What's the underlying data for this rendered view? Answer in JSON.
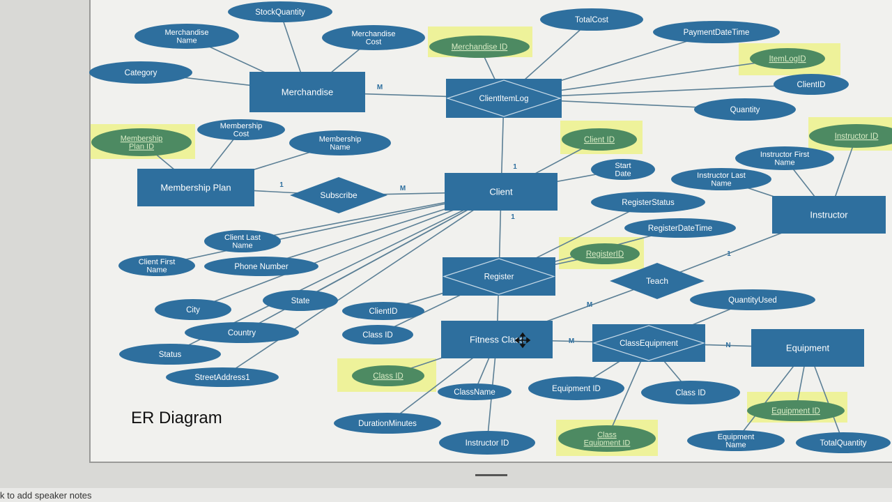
{
  "slide": {
    "caption": "ER Diagram",
    "speaker_notes_hint": "k to add speaker notes"
  },
  "colors": {
    "entity": "#2e6f9e",
    "attribute": "#2e6f9e",
    "key_attribute": "#4d8a62",
    "key_highlight": "#eef29a",
    "line": "#5b7f95",
    "text": "#ffffff",
    "key_text": "#d9ecc5"
  },
  "entities": [
    {
      "id": "merchandise",
      "label": "Merchandise"
    },
    {
      "id": "membership-plan",
      "label": "Membership Plan"
    },
    {
      "id": "client",
      "label": "Client"
    },
    {
      "id": "instructor",
      "label": "Instructor"
    },
    {
      "id": "fitness-class",
      "label": "Fitness Class"
    },
    {
      "id": "equipment",
      "label": "Equipment"
    }
  ],
  "associative_entities": [
    {
      "id": "client-item-log",
      "label": "ClientItemLog"
    },
    {
      "id": "register",
      "label": "Register"
    },
    {
      "id": "class-equipment",
      "label": "ClassEquipment"
    }
  ],
  "relationships": [
    {
      "id": "subscribe",
      "label": "Subscribe"
    },
    {
      "id": "teach",
      "label": "Teach"
    }
  ],
  "attributes": [
    {
      "id": "stock-quantity",
      "lines": [
        "StockQuantity"
      ],
      "key": false
    },
    {
      "id": "merchandise-name",
      "lines": [
        "Merchandise",
        "Name"
      ],
      "key": false
    },
    {
      "id": "merchandise-cost",
      "lines": [
        "Merchandise",
        "Cost"
      ],
      "key": false
    },
    {
      "id": "category",
      "lines": [
        "Category"
      ],
      "key": false
    },
    {
      "id": "merchandise-id",
      "lines": [
        "Merchandise ID"
      ],
      "key": true
    },
    {
      "id": "total-cost",
      "lines": [
        "TotalCost"
      ],
      "key": false
    },
    {
      "id": "payment-date-time",
      "lines": [
        "PaymentDateTime"
      ],
      "key": false
    },
    {
      "id": "item-log-id",
      "lines": [
        "ItemLogID"
      ],
      "key": true
    },
    {
      "id": "log-client-id",
      "lines": [
        "ClientID"
      ],
      "key": false
    },
    {
      "id": "log-quantity",
      "lines": [
        "Quantity"
      ],
      "key": false
    },
    {
      "id": "membership-plan-id",
      "lines": [
        "Membership",
        "Plan ID"
      ],
      "key": true
    },
    {
      "id": "membership-cost",
      "lines": [
        "Membership",
        "Cost"
      ],
      "key": false
    },
    {
      "id": "membership-name",
      "lines": [
        "Membership",
        "Name"
      ],
      "key": false
    },
    {
      "id": "client-id",
      "lines": [
        "Client ID"
      ],
      "key": true
    },
    {
      "id": "start-date",
      "lines": [
        "Start",
        "Date"
      ],
      "key": false
    },
    {
      "id": "instructor-id",
      "lines": [
        "Instructor ID"
      ],
      "key": true
    },
    {
      "id": "instructor-first-name",
      "lines": [
        "Instructor First",
        "Name"
      ],
      "key": false
    },
    {
      "id": "instructor-last-name",
      "lines": [
        "Instructor Last",
        "Name"
      ],
      "key": false
    },
    {
      "id": "register-status",
      "lines": [
        "RegisterStatus"
      ],
      "key": false
    },
    {
      "id": "register-date-time",
      "lines": [
        "RegisterDateTime"
      ],
      "key": false
    },
    {
      "id": "register-id",
      "lines": [
        "RegisterID"
      ],
      "key": true
    },
    {
      "id": "client-last-name",
      "lines": [
        "Client Last",
        "Name"
      ],
      "key": false
    },
    {
      "id": "client-first-name",
      "lines": [
        "Client First",
        "Name"
      ],
      "key": false
    },
    {
      "id": "phone-number",
      "lines": [
        "Phone Number"
      ],
      "key": false
    },
    {
      "id": "city",
      "lines": [
        "City"
      ],
      "key": false
    },
    {
      "id": "state",
      "lines": [
        "State"
      ],
      "key": false
    },
    {
      "id": "country",
      "lines": [
        "Country"
      ],
      "key": false
    },
    {
      "id": "status",
      "lines": [
        "Status"
      ],
      "key": false
    },
    {
      "id": "street-address",
      "lines": [
        "StreetAddress1"
      ],
      "key": false
    },
    {
      "id": "register-client-id",
      "lines": [
        "ClientID"
      ],
      "key": false
    },
    {
      "id": "register-class-id",
      "lines": [
        "Class ID"
      ],
      "key": false
    },
    {
      "id": "quantity-used",
      "lines": [
        "QuantityUsed"
      ],
      "key": false
    },
    {
      "id": "class-id",
      "lines": [
        "Class ID"
      ],
      "key": true
    },
    {
      "id": "class-name",
      "lines": [
        "ClassName"
      ],
      "key": false
    },
    {
      "id": "duration-minutes",
      "lines": [
        "DurationMinutes"
      ],
      "key": false
    },
    {
      "id": "class-instructor-id",
      "lines": [
        "Instructor ID"
      ],
      "key": false
    },
    {
      "id": "ce-equipment-id",
      "lines": [
        "Equipment ID"
      ],
      "key": false
    },
    {
      "id": "ce-class-id",
      "lines": [
        "Class ID"
      ],
      "key": false
    },
    {
      "id": "class-equipment-id",
      "lines": [
        "Class",
        "Equipment ID"
      ],
      "key": true
    },
    {
      "id": "equipment-id",
      "lines": [
        "Equipment ID"
      ],
      "key": true
    },
    {
      "id": "equipment-name",
      "lines": [
        "Equipment",
        "Name"
      ],
      "key": false
    },
    {
      "id": "total-quantity",
      "lines": [
        "TotalQuantity"
      ],
      "key": false
    }
  ],
  "cardinalities": [
    {
      "id": "merch-log",
      "label": "M"
    },
    {
      "id": "client-log",
      "label": "1"
    },
    {
      "id": "plan-subscribe",
      "label": "1"
    },
    {
      "id": "subscribe-client",
      "label": "M"
    },
    {
      "id": "client-register",
      "label": "1"
    },
    {
      "id": "instructor-teach",
      "label": "1"
    },
    {
      "id": "teach-class",
      "label": "M"
    },
    {
      "id": "class-ce",
      "label": "M"
    },
    {
      "id": "ce-equipment",
      "label": "N"
    }
  ]
}
